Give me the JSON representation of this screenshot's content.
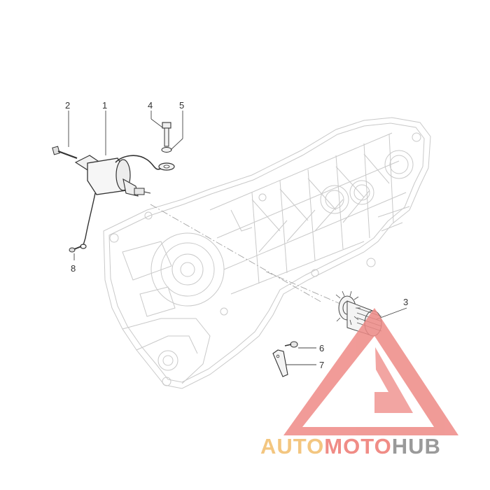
{
  "diagram": {
    "callouts": [
      {
        "id": "1",
        "label": "1"
      },
      {
        "id": "2",
        "label": "2"
      },
      {
        "id": "3",
        "label": "3"
      },
      {
        "id": "4",
        "label": "4"
      },
      {
        "id": "5",
        "label": "5"
      },
      {
        "id": "6",
        "label": "6"
      },
      {
        "id": "7",
        "label": "7"
      },
      {
        "id": "8",
        "label": "8"
      }
    ],
    "parts": [
      {
        "callout": "1",
        "icon": "starter-motor-icon"
      },
      {
        "callout": "2",
        "icon": "bolt-icon"
      },
      {
        "callout": "3",
        "icon": "gear-icon"
      },
      {
        "callout": "4",
        "icon": "bolt-icon"
      },
      {
        "callout": "5",
        "icon": "washer-icon"
      },
      {
        "callout": "6",
        "icon": "screw-icon"
      },
      {
        "callout": "7",
        "icon": "bracket-icon"
      },
      {
        "callout": "8",
        "icon": "screw-icon"
      }
    ]
  },
  "watermark": {
    "text_auto": "AUTO",
    "text_moto": "MOTO",
    "text_hub": "HUB",
    "colors": {
      "auto": "#f3c680",
      "moto": "#f08c86",
      "hub": "#9a9a9a",
      "triangle": "#ee8a86"
    }
  }
}
